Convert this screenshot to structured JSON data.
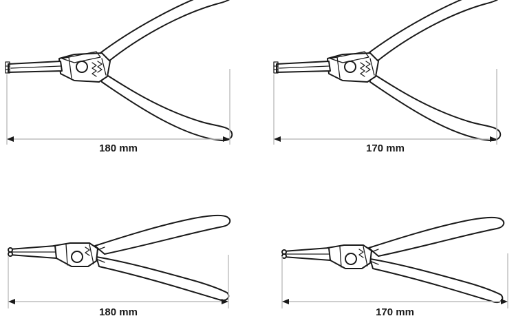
{
  "panels": [
    {
      "id": "external-180",
      "type": "external-circlip-pliers",
      "length_label": "180 mm"
    },
    {
      "id": "external-170",
      "type": "external-circlip-pliers",
      "length_label": "170 mm"
    },
    {
      "id": "internal-180",
      "type": "internal-circlip-pliers",
      "length_label": "180 mm"
    },
    {
      "id": "internal-170",
      "type": "internal-circlip-pliers",
      "length_label": "170 mm"
    }
  ],
  "colors": {
    "outline": "#1a1a1a",
    "dimension_line": "#bdbdbd",
    "background": "#ffffff"
  }
}
